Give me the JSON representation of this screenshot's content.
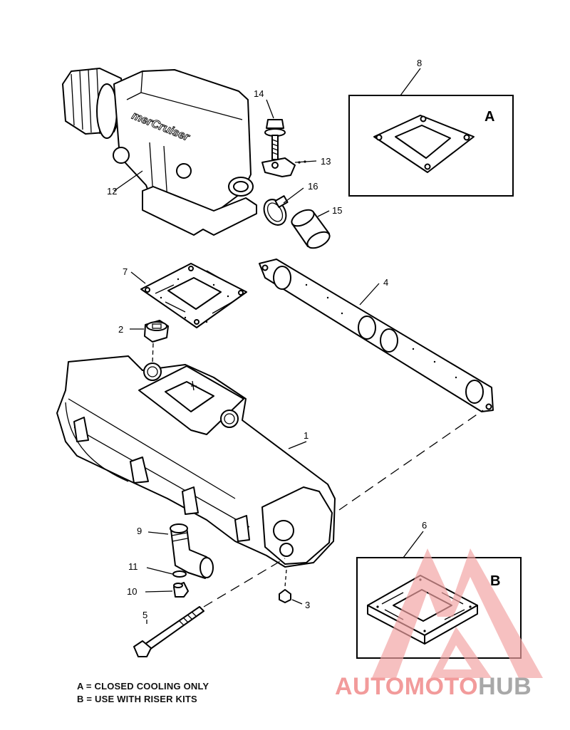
{
  "callouts": {
    "p1": "1",
    "p2": "2",
    "p3": "3",
    "p4": "4",
    "p5": "5",
    "p6": "6",
    "p7": "7",
    "p8": "8",
    "p9": "9",
    "p10": "10",
    "p11": "11",
    "p12": "12",
    "p13": "13",
    "p14": "14",
    "p15": "15",
    "p16": "16"
  },
  "insets": {
    "a": "A",
    "b": "B"
  },
  "legend": {
    "a": "A = CLOSED COOLING ONLY",
    "b": "B = USE WITH RISER KITS"
  },
  "logo_text": "merCruiser",
  "watermark": {
    "part1": "AUTOMOTO",
    "part2": "HUB",
    "color1": "#f08a8a",
    "color2": "#9a9a9a"
  }
}
